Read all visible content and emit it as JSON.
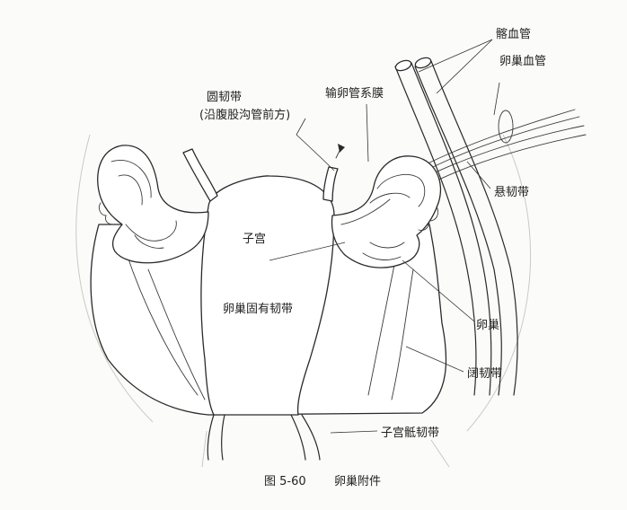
{
  "labels": {
    "iliac_vessels": "髂血管",
    "ovarian_vessels": "卵巢血管",
    "round_ligament_line1": "圆韧带",
    "round_ligament_line2": "(沿腹股沟管前方)",
    "fallopian_mesentery": "输卵管系膜",
    "suspensory_ligament": "悬韧带",
    "uterus": "子宫",
    "ovarian_ligament": "卵巢固有韧带",
    "ovary": "卵巢",
    "broad_ligament": "阔韧带",
    "uterosacral_ligament": "子宫骶韧带"
  },
  "caption": {
    "figure_number": "图 5-60",
    "title": "卵巢附件"
  }
}
